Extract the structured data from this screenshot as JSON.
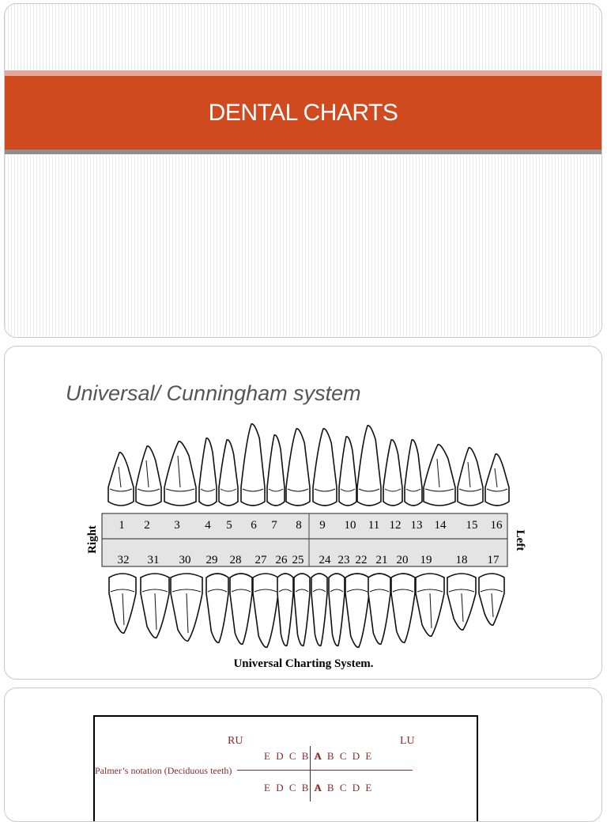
{
  "slide1": {
    "title": "DENTAL CHARTS"
  },
  "slide2": {
    "heading": "Universal/ Cunningham system",
    "chart": {
      "upper_numbers": [
        "1",
        "2",
        "3",
        "4",
        "5",
        "6",
        "7",
        "8",
        "9",
        "10",
        "11",
        "12",
        "13",
        "14",
        "15",
        "16"
      ],
      "lower_numbers": [
        "32",
        "31",
        "30",
        "29",
        "28",
        "27",
        "26",
        "25",
        "24",
        "23",
        "22",
        "21",
        "20",
        "19",
        "18",
        "17"
      ],
      "right_label": "Right",
      "left_label": "Left",
      "caption": "Universal Charting System."
    }
  },
  "slide3": {
    "ru": "RU",
    "lu": "LU",
    "notation_label": "Palmer’s notation (Deciduous teeth)",
    "upper_right": "E D C B A",
    "upper_left": "A B C D E",
    "lower_right": "E D C B A",
    "lower_left": "A B C D E"
  },
  "colors": {
    "band": "#d04a1f",
    "band_light": "#e8a796",
    "band_shadow": "#8f8f8f",
    "heading_text": "#555555",
    "notation_text": "#8a2a2a"
  }
}
